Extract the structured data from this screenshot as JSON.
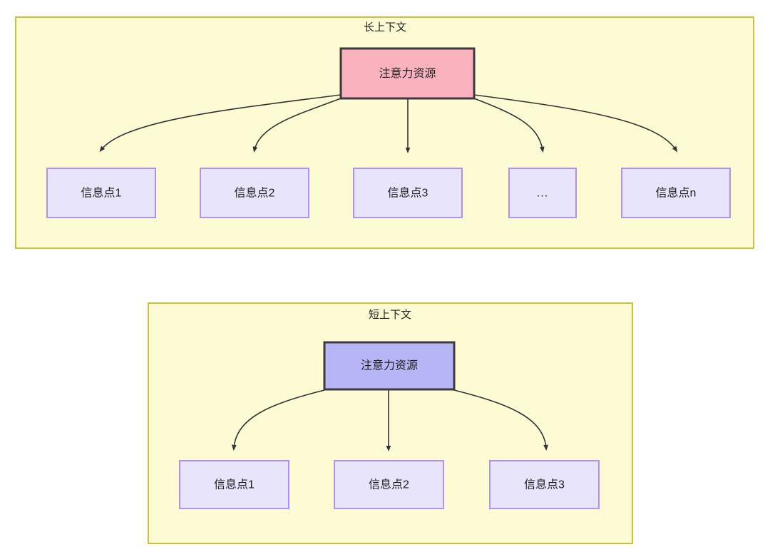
{
  "diagram": {
    "type": "attention-allocation-comparison",
    "background_color": "#ffffff",
    "panels": [
      {
        "id": "long-context",
        "title": "长上下文",
        "panel_fill": "#fdfbd4",
        "panel_border": "#ccc23a",
        "root": {
          "label": "注意力资源",
          "fill": "#fab3be",
          "border": "#3e3a40"
        },
        "leaves": [
          {
            "label": "信息点1",
            "fill": "#e8e4fb",
            "border": "#ae92ec"
          },
          {
            "label": "信息点2",
            "fill": "#e8e4fb",
            "border": "#ae92ec"
          },
          {
            "label": "信息点3",
            "fill": "#e8e4fb",
            "border": "#ae92ec"
          },
          {
            "label": "...",
            "fill": "#e8e4fb",
            "border": "#ae92ec"
          },
          {
            "label": "信息点n",
            "fill": "#e8e4fb",
            "border": "#ae92ec"
          }
        ]
      },
      {
        "id": "short-context",
        "title": "短上下文",
        "panel_fill": "#fdfbd4",
        "panel_border": "#ccc23a",
        "root": {
          "label": "注意力资源",
          "fill": "#b6b6f6",
          "border": "#3e3a40"
        },
        "leaves": [
          {
            "label": "信息点1",
            "fill": "#e8e4fb",
            "border": "#ae92ec"
          },
          {
            "label": "信息点2",
            "fill": "#e8e4fb",
            "border": "#ae92ec"
          },
          {
            "label": "信息点3",
            "fill": "#e8e4fb",
            "border": "#ae92ec"
          }
        ]
      }
    ],
    "edge_color": "#333333"
  }
}
